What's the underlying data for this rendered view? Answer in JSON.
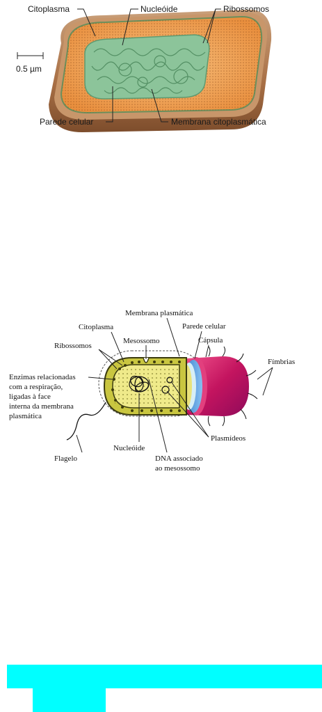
{
  "top_diagram": {
    "labels": {
      "cytoplasm": "Citoplasma",
      "nucleoid": "Nucleóide",
      "ribosomes": "Ribossomos",
      "scale": "0.5 µm",
      "cell_wall": "Parede celular",
      "membrane": "Membrana citoplasmática"
    }
  },
  "bottom_diagram": {
    "labels": {
      "plasma_membrane": "Membrana plasmática",
      "cytoplasm": "Citoplasma",
      "cell_wall": "Parede celular",
      "mesosome": "Mesossomo",
      "capsule": "Cápsula",
      "ribosomes": "Ribossomos",
      "fimbriae": "Fímbrias",
      "enzymes_1": "Enzimas relacionadas",
      "enzymes_2": "com a respiração,",
      "enzymes_3": "ligadas à face",
      "enzymes_4": "interna da membrana",
      "enzymes_5": "plasmática",
      "plasmids": "Plasmídeos",
      "nucleoid": "Nucleóide",
      "flagellum": "Flagelo",
      "dna_1": "DNA associado",
      "dna_2": "ao mesossomo"
    }
  },
  "colors": {
    "highlight": "#00ffff",
    "wall_brown": "#b07a4a",
    "cytoplasm_orange": "#f0a860",
    "nucleoid_green": "#7fb88a",
    "capsule_magenta": "#d81b6a",
    "cell_yellow": "#e9e27a"
  }
}
